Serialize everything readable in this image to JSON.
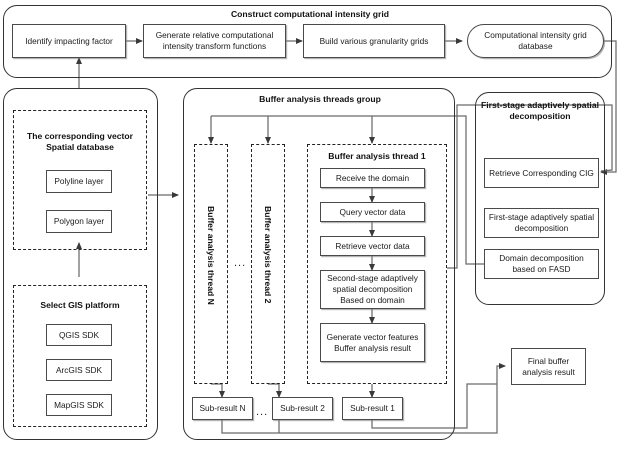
{
  "diagram": {
    "type": "flowchart",
    "groups": {
      "construct_grid": {
        "title": "Construct computational intensity grid",
        "nodes": [
          {
            "id": "identify",
            "label": "Identify  impacting factor",
            "shape": "rect"
          },
          {
            "id": "generate_funcs",
            "label": "Generate relative computational intensity transform functions",
            "shape": "rect"
          },
          {
            "id": "build_grids",
            "label": "Build various granularity grids",
            "shape": "rect"
          },
          {
            "id": "cig_db",
            "label": "Computational intensity grid database",
            "shape": "stadium"
          }
        ]
      },
      "vector_db": {
        "title": "The corresponding vector Spatial database",
        "nodes": [
          {
            "id": "polyline",
            "label": "Polyline layer",
            "shape": "rect"
          },
          {
            "id": "polygon",
            "label": "Polygon layer",
            "shape": "rect"
          }
        ]
      },
      "gis_platform": {
        "title": "Select GIS platform",
        "nodes": [
          {
            "id": "qgis",
            "label": "QGIS SDK",
            "shape": "rect"
          },
          {
            "id": "arcgis",
            "label": "ArcGIS SDK",
            "shape": "rect"
          },
          {
            "id": "mapgis",
            "label": "MapGIS SDK",
            "shape": "rect"
          }
        ]
      },
      "threads_group": {
        "title": "Buffer analysis threads group",
        "thread_n_label": "Buffer analysis thread N",
        "thread_2_label": "Buffer analysis thread 2",
        "thread_1_title": "Buffer analysis  thread 1",
        "ellipsis": "...",
        "thread1_nodes": [
          {
            "id": "receive_domain",
            "label": "Receive the domain",
            "shape": "rect"
          },
          {
            "id": "query_vector",
            "label": "Query vector data",
            "shape": "rect"
          },
          {
            "id": "retrieve_vector",
            "label": "Retrieve vector data",
            "shape": "rect"
          },
          {
            "id": "second_stage",
            "label": "Second-stage adaptively spatial decomposition Based on domain",
            "shape": "rect"
          },
          {
            "id": "generate_buffer",
            "label": "Generate vector features Buffer analysis result",
            "shape": "rect"
          }
        ],
        "subresults": [
          {
            "id": "sub_n",
            "label": "Sub-result N"
          },
          {
            "id": "sub_2",
            "label": "Sub-result 2"
          },
          {
            "id": "sub_1",
            "label": "Sub-result 1"
          }
        ]
      },
      "first_stage": {
        "title": "First-stage adaptively spatial decomposition",
        "nodes": [
          {
            "id": "retrieve_cig",
            "label": "Retrieve Corresponding CIG",
            "shape": "rect"
          },
          {
            "id": "fasd",
            "label": "First-stage adaptively spatial decomposition",
            "shape": "rect"
          },
          {
            "id": "domain_decomp",
            "label": "Domain decomposition based on FASD",
            "shape": "rect"
          }
        ]
      }
    },
    "final_node": {
      "id": "final_result",
      "label": "Final buffer analysis result",
      "shape": "rect"
    },
    "colors": {
      "line": "#4a4a4a",
      "group_border": "#333333",
      "dashed_border": "#222222",
      "node_fill": "#ffffff",
      "text": "#1a1a1a"
    }
  }
}
